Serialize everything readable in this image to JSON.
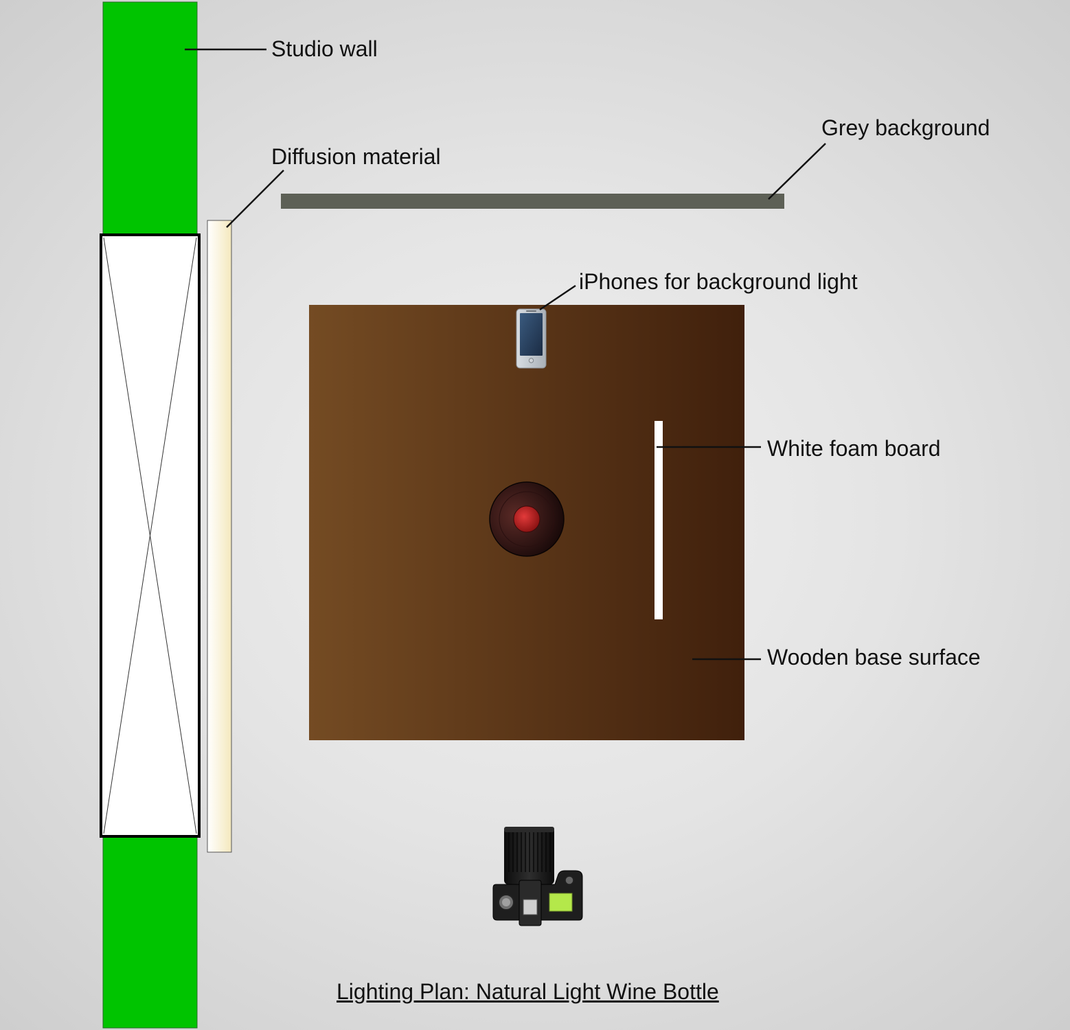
{
  "colors": {
    "studio_wall": "#00c400",
    "window": "#ffffff",
    "diffusion": "#fbf3d6",
    "grey_background": "#5d6056",
    "wood_light": "#744b23",
    "wood_dark": "#40200c",
    "foam_board": "#ffffff",
    "bottle_red": "#cc2a2a",
    "camera_body": "#1f1f1f",
    "camera_screen": "#b4e84a"
  },
  "icons": {
    "window": "window-x-icon",
    "phone": "phone-icon",
    "bottle": "wine-bottle-top-icon",
    "camera": "camera-icon"
  },
  "labels": {
    "studio_wall": "Studio wall",
    "diffusion_material": "Diffusion material",
    "grey_background": "Grey background",
    "iphones": "iPhones for background light",
    "white_foam_board": "White foam board",
    "wooden_base": "Wooden base surface"
  },
  "title": "Lighting Plan: Natural Light Wine Bottle"
}
